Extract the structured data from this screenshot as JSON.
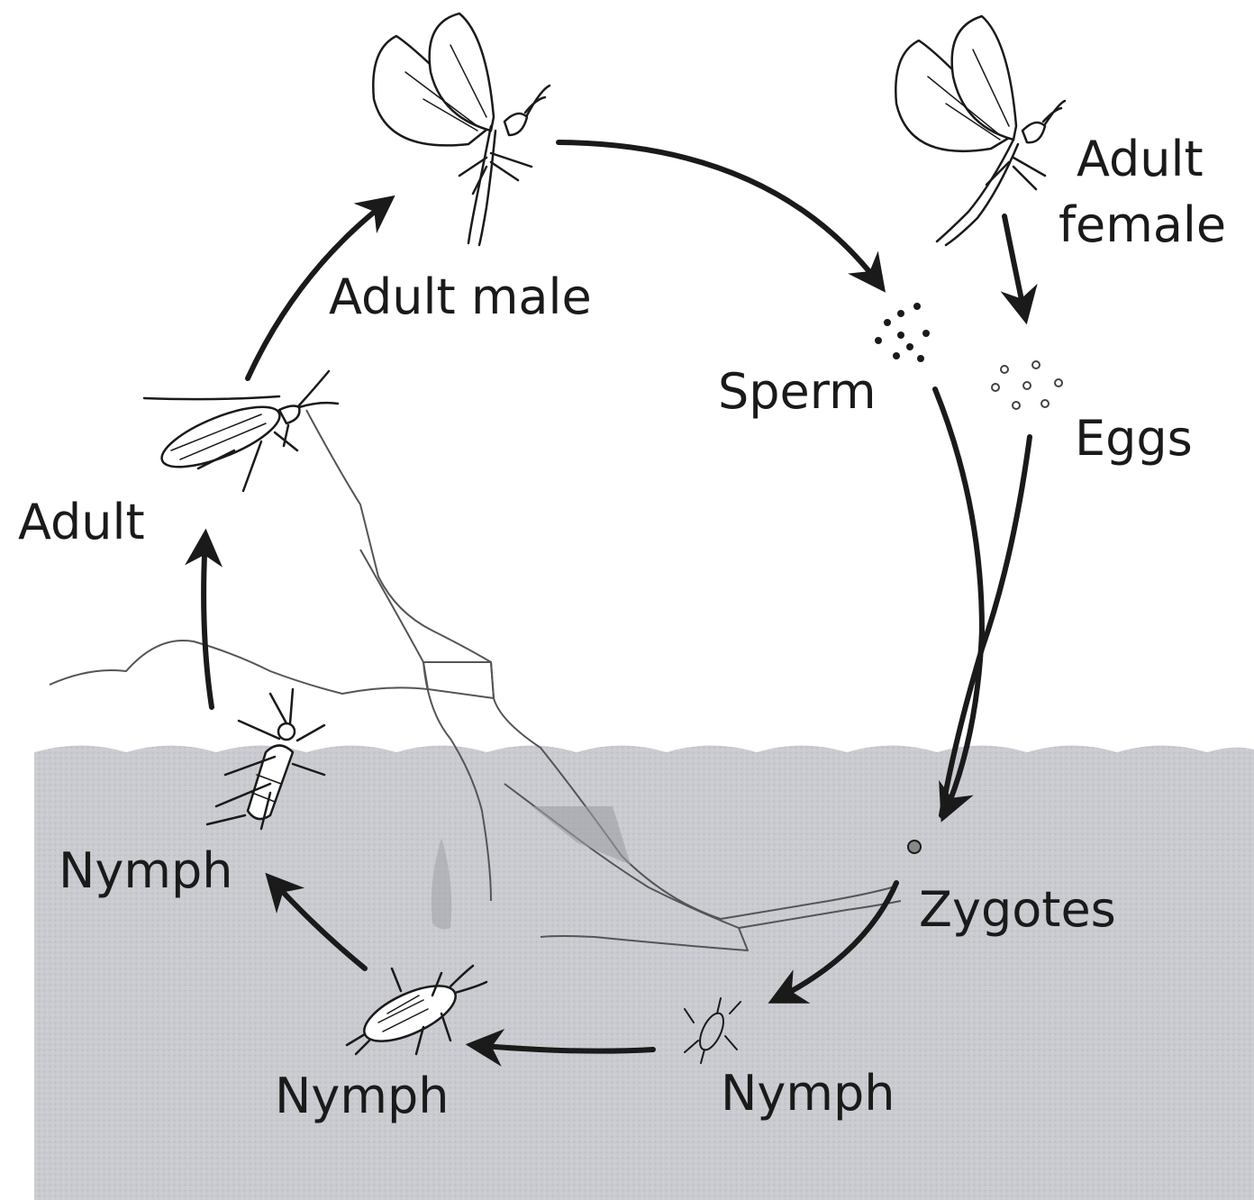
{
  "labels": {
    "adult_male": "Adult male",
    "adult_female_line1": "Adult",
    "adult_female_line2": "female",
    "sperm": "Sperm",
    "eggs": "Eggs",
    "zygotes": "Zygotes",
    "nymph_small": "Nymph",
    "nymph_middle": "Nymph",
    "nymph_surface": "Nymph",
    "adult": "Adult"
  },
  "colors": {
    "water": "#c9cbd0",
    "ink": "#1a1a1a",
    "background": "#ffffff"
  },
  "icons": [
    "mayfly-male-icon",
    "mayfly-female-icon",
    "sperm-dots-icon",
    "egg-dots-icon",
    "zygote-icon",
    "nymph-icon",
    "adult-insect-icon"
  ]
}
